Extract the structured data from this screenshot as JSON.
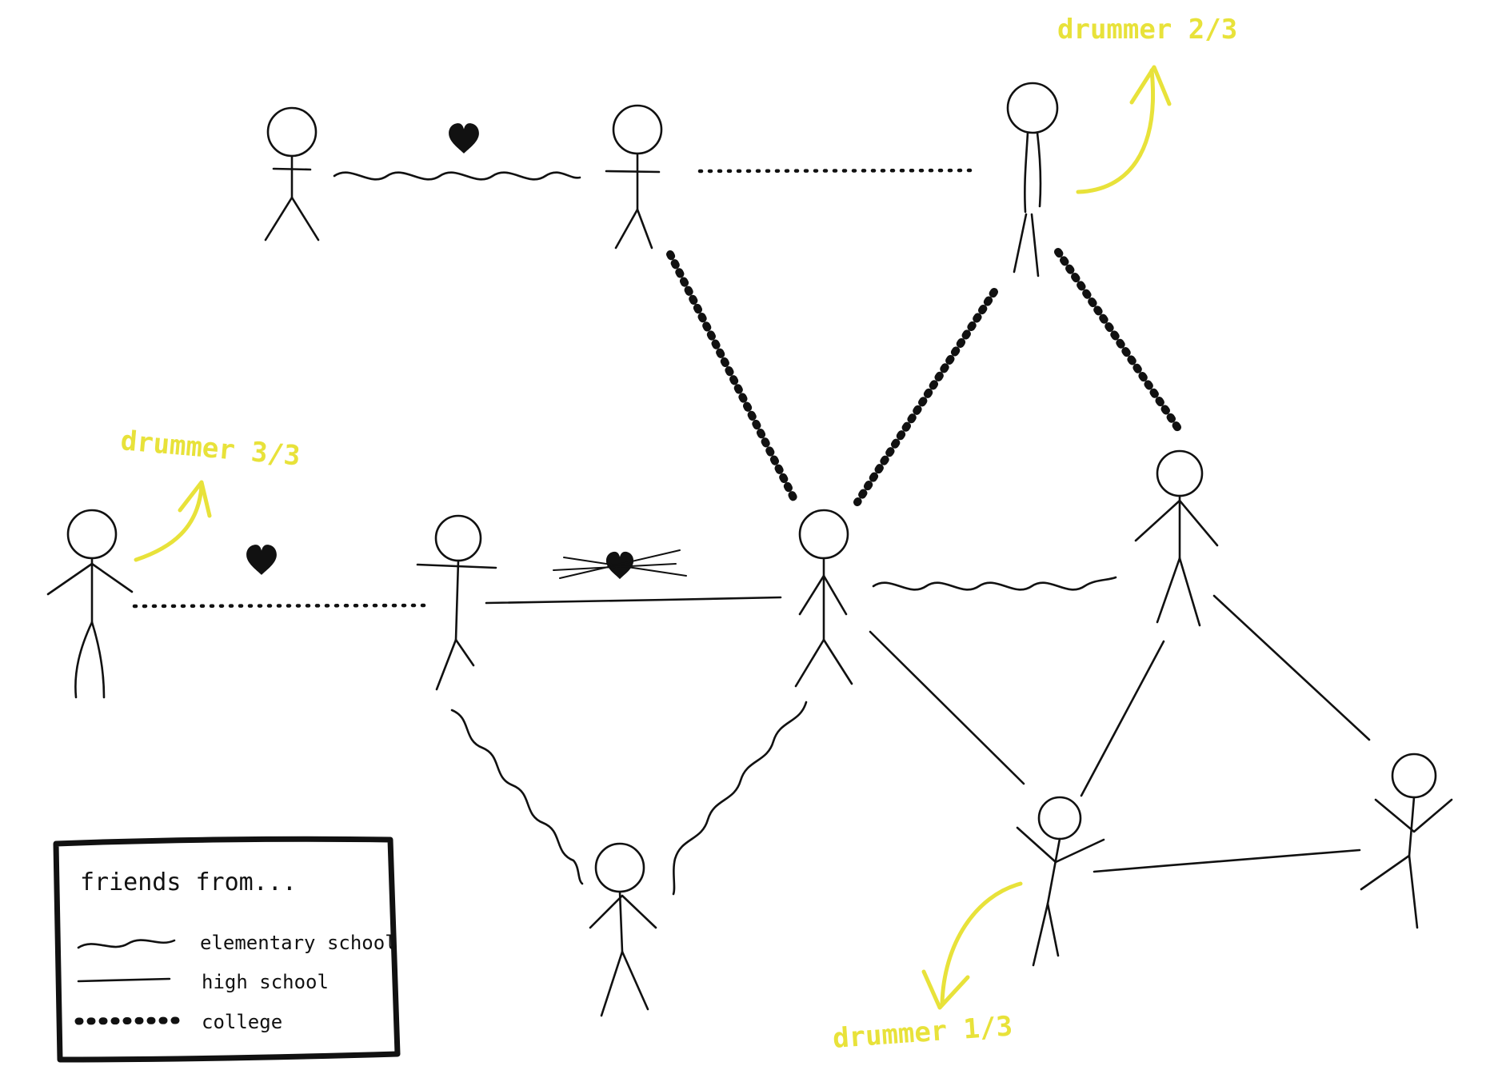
{
  "annotations": {
    "drummer_1": "drummer 1/3",
    "drummer_2": "drummer 2/3",
    "drummer_3": "drummer 3/3"
  },
  "legend": {
    "title": "friends from...",
    "items": [
      {
        "style": "wavy",
        "label": "elementary school"
      },
      {
        "style": "solid",
        "label": "high school"
      },
      {
        "style": "dashed",
        "label": "college"
      }
    ]
  },
  "people": [
    {
      "id": "p1"
    },
    {
      "id": "p2"
    },
    {
      "id": "p3"
    },
    {
      "id": "p4"
    },
    {
      "id": "p5"
    },
    {
      "id": "p6"
    },
    {
      "id": "p7"
    },
    {
      "id": "p8"
    },
    {
      "id": "p9"
    },
    {
      "id": "p10"
    }
  ],
  "connections": [
    {
      "from": "p1",
      "to": "p2",
      "type": "elementary school",
      "heart": true
    },
    {
      "from": "p2",
      "to": "p3",
      "type": "college"
    },
    {
      "from": "p2",
      "to": "p7",
      "type": "college"
    },
    {
      "from": "p3",
      "to": "p7",
      "type": "college"
    },
    {
      "from": "p3",
      "to": "p8",
      "type": "college"
    },
    {
      "from": "p5",
      "to": "p6",
      "type": "college",
      "heart": true
    },
    {
      "from": "p6",
      "to": "p7",
      "type": "high school",
      "heart": true,
      "crossed_out": true
    },
    {
      "from": "p7",
      "to": "p8",
      "type": "elementary school"
    },
    {
      "from": "p6",
      "to": "p10",
      "type": "elementary school"
    },
    {
      "from": "p7",
      "to": "p10",
      "type": "elementary school"
    },
    {
      "from": "p7",
      "to": "p9",
      "type": "high school"
    },
    {
      "from": "p8",
      "to": "p9",
      "type": "high school"
    },
    {
      "from": "p8",
      "to": "p4",
      "type": "high school"
    },
    {
      "from": "p9",
      "to": "p4",
      "type": "high school"
    }
  ],
  "colors": {
    "ink": "#111111",
    "highlight": "#e8e23a"
  }
}
